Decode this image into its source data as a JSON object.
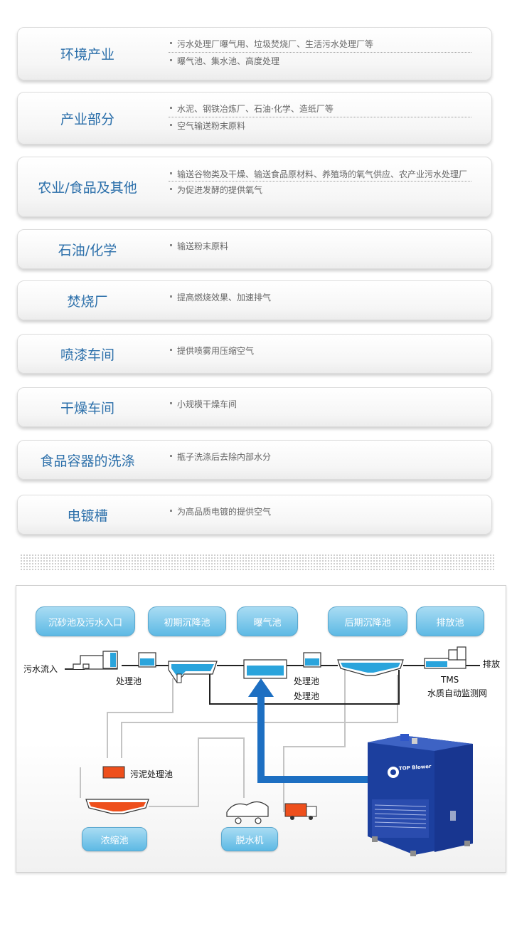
{
  "applications": [
    {
      "title": "环境产业",
      "items": [
        "污水处理厂曝气用、垃圾焚烧厂、生活污水处理厂等",
        "曝气池、集水池、高度处理"
      ]
    },
    {
      "title": "产业部分",
      "items": [
        "水泥、钢铁冶炼厂、石油·化学、造纸厂等",
        "空气输送粉末原料"
      ]
    },
    {
      "title": "农业/食品及其他",
      "items": [
        "输送谷物类及干燥、输送食品原材料、养殖场的氧气供应、农产业污水处理厂",
        "为促进发酵的提供氧气"
      ]
    },
    {
      "title": "石油/化学",
      "items": [
        "输送粉末原料"
      ]
    },
    {
      "title": "焚烧厂",
      "items": [
        "提高燃烧效果、加速排气"
      ]
    },
    {
      "title": "喷漆车间",
      "items": [
        "提供喷雾用压缩空气"
      ]
    },
    {
      "title": "干燥车间",
      "items": [
        "小规模干燥车间"
      ]
    },
    {
      "title": "食品容器的洗涤",
      "items": [
        "瓶子洗涤后去除内部水分"
      ]
    },
    {
      "title": "电镀槽",
      "items": [
        "为高品质电镀的提供空气"
      ]
    }
  ],
  "diagram": {
    "stages": {
      "grit": "沉砂池及污水入口",
      "primary": "初期沉降池",
      "aeration": "曝气池",
      "secondary": "后期沉降池",
      "discharge_tank": "排放池",
      "thickener": "浓缩池",
      "dewater": "脱水机"
    },
    "labels": {
      "inflow": "污水流入",
      "treat1": "处理池",
      "treat2": "处理池",
      "treat3": "处理池",
      "discharge": "排放",
      "tms": "TMS",
      "tms_desc": "水质自动监测网",
      "sludge": "污泥处理池"
    },
    "blower_brand": "TOP Blower",
    "colors": {
      "pipe": "#222222",
      "air": "#1d6fc2",
      "water": "#2aa4dc",
      "sludge": "#ee4f1c",
      "return": "#bdbdbd"
    }
  }
}
